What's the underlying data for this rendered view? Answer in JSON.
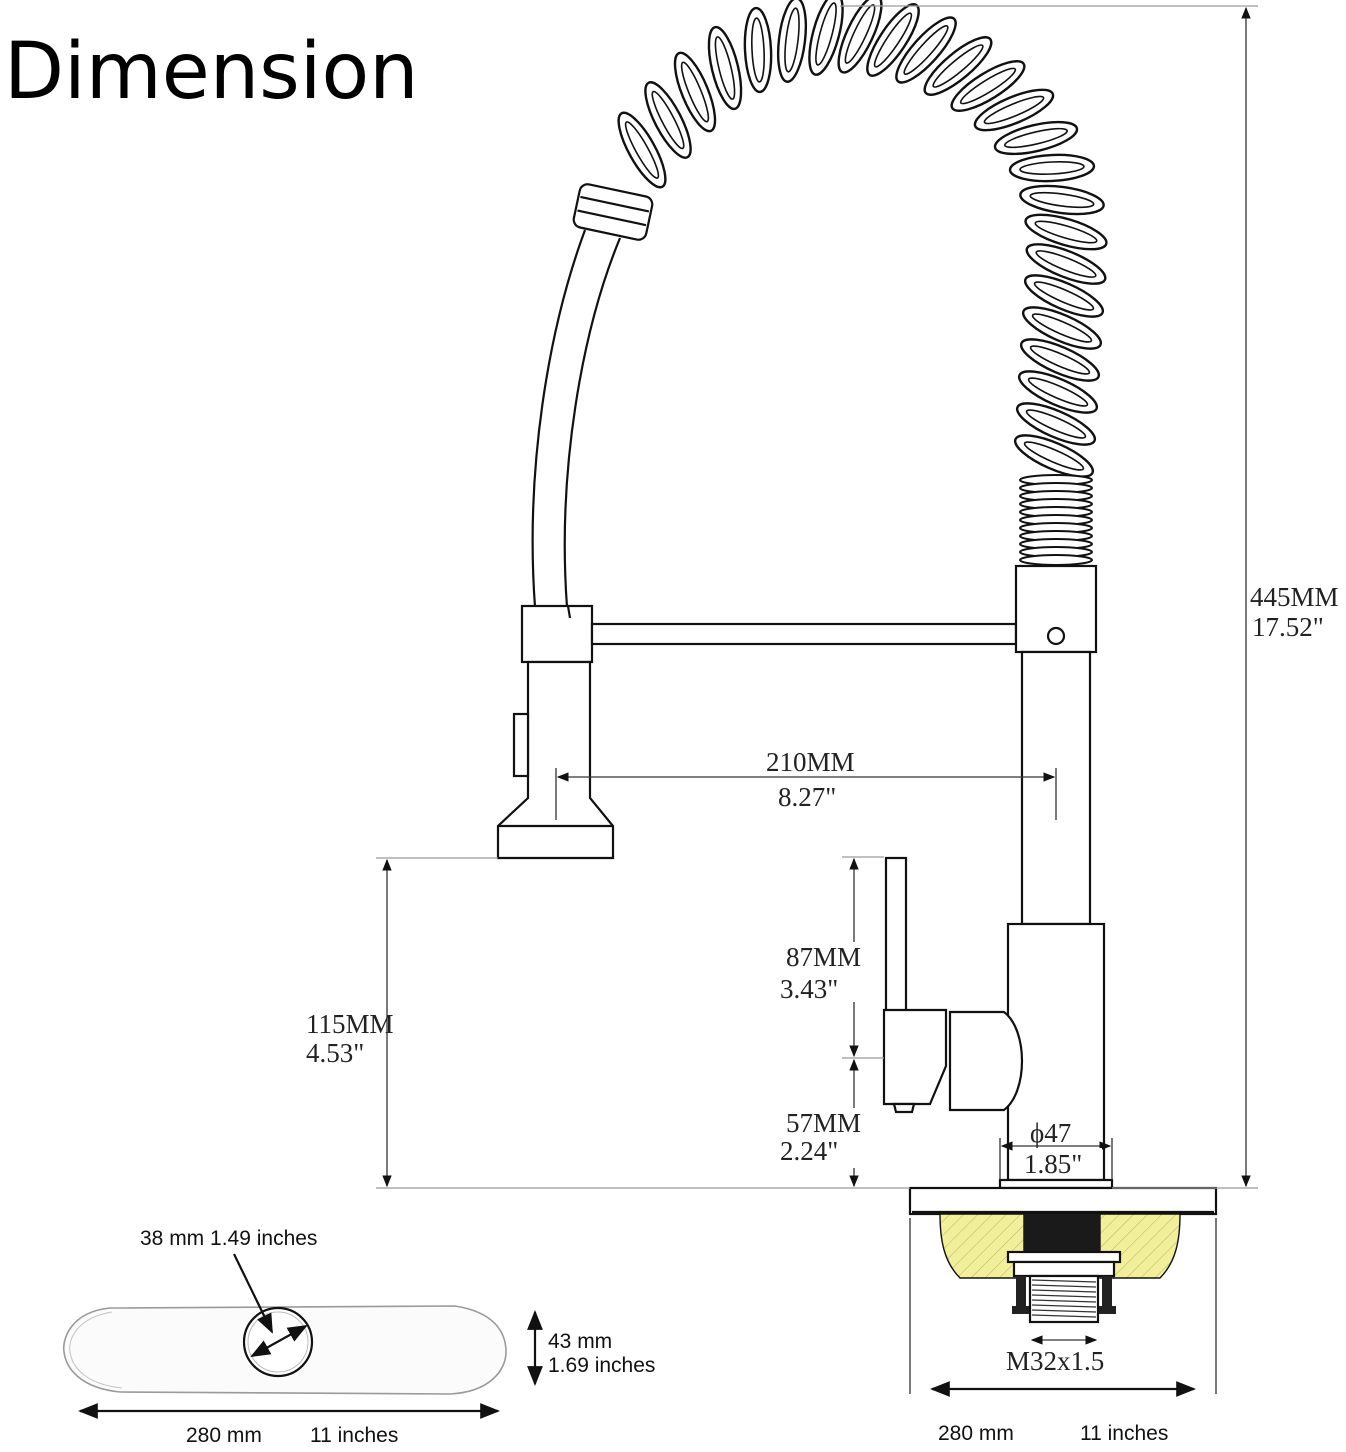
{
  "title": "Dimension",
  "dimensions": {
    "height_total": {
      "mm": "445MM",
      "in": "17.52\""
    },
    "reach": {
      "mm": "210MM",
      "in": "8.27\""
    },
    "spout_height": {
      "mm": "115MM",
      "in": "4.53\""
    },
    "handle_length": {
      "mm": "87MM",
      "in": "3.43\""
    },
    "handle_base": {
      "mm": "57MM",
      "in": "2.24\""
    },
    "base_diameter": {
      "mm": "ϕ47",
      "in": "1.85\""
    },
    "thread": "M32x1.5"
  },
  "deck_plate": {
    "hole": "38 mm 1.49 inches",
    "height_mm": "43 mm",
    "height_in": "1.69 inches",
    "width_mm": "280 mm",
    "width_in": "11 inches"
  },
  "side_view": {
    "width_mm": "280 mm",
    "width_in": "11 inches"
  },
  "colors": {
    "line": "#111111",
    "insulation": "#f2ef9a"
  }
}
